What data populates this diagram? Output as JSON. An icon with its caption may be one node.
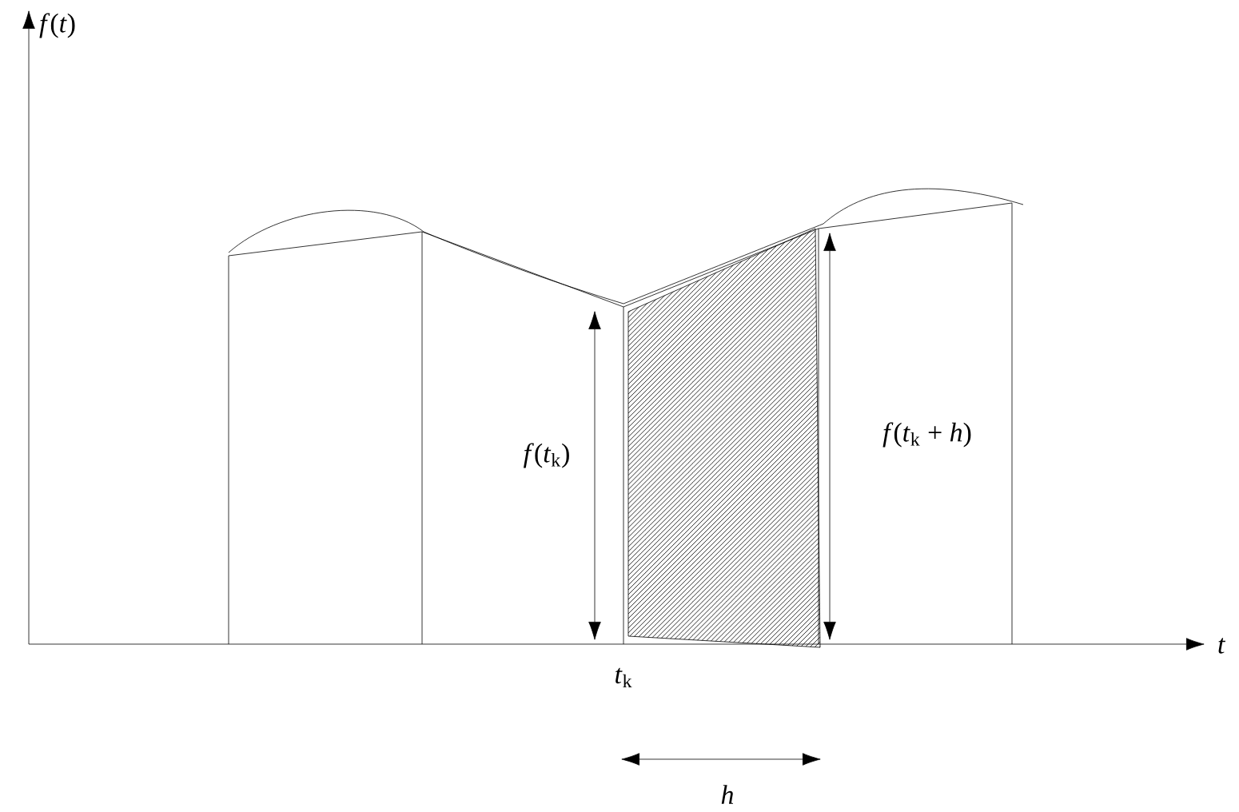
{
  "diagram": {
    "labels": [
      "*f*(*t*)",
      "*t*",
      "*f*(*t*$_{k}$)",
      "*f*(*t*$_{k}$ + *h*)",
      "*t*$_{k}$",
      "*h*"
    ]
  }
}
